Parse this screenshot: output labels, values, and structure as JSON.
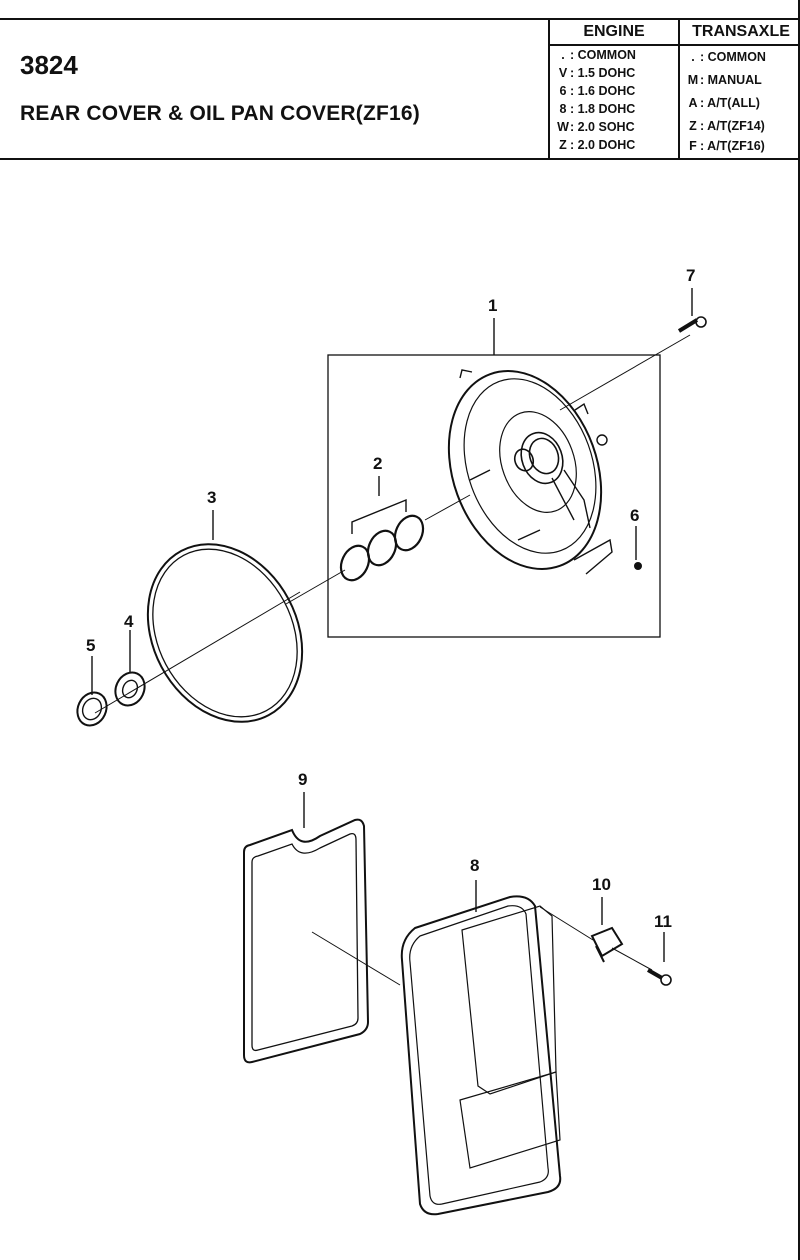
{
  "header": {
    "code": "3824",
    "title": "REAR COVER & OIL PAN COVER(ZF16)"
  },
  "engine": {
    "heading": "ENGINE",
    "rows": [
      {
        "key": ".",
        "value": ": COMMON"
      },
      {
        "key": "V",
        "value": ": 1.5 DOHC"
      },
      {
        "key": "6",
        "value": ": 1.6 DOHC"
      },
      {
        "key": "8",
        "value": ": 1.8 DOHC"
      },
      {
        "key": "W",
        "value": ": 2.0 SOHC"
      },
      {
        "key": "Z",
        "value": ": 2.0 DOHC"
      }
    ]
  },
  "transaxle": {
    "heading": "TRANSAXLE",
    "rows": [
      {
        "key": ".",
        "value": ": COMMON"
      },
      {
        "key": "M",
        "value": ": MANUAL"
      },
      {
        "key": "A",
        "value": ": A/T(ALL)"
      },
      {
        "key": "Z",
        "value": ": A/T(ZF14)"
      },
      {
        "key": "F",
        "value": ": A/T(ZF16)"
      }
    ]
  },
  "callouts": [
    "1",
    "2",
    "3",
    "4",
    "5",
    "6",
    "7",
    "8",
    "9",
    "10",
    "11"
  ]
}
